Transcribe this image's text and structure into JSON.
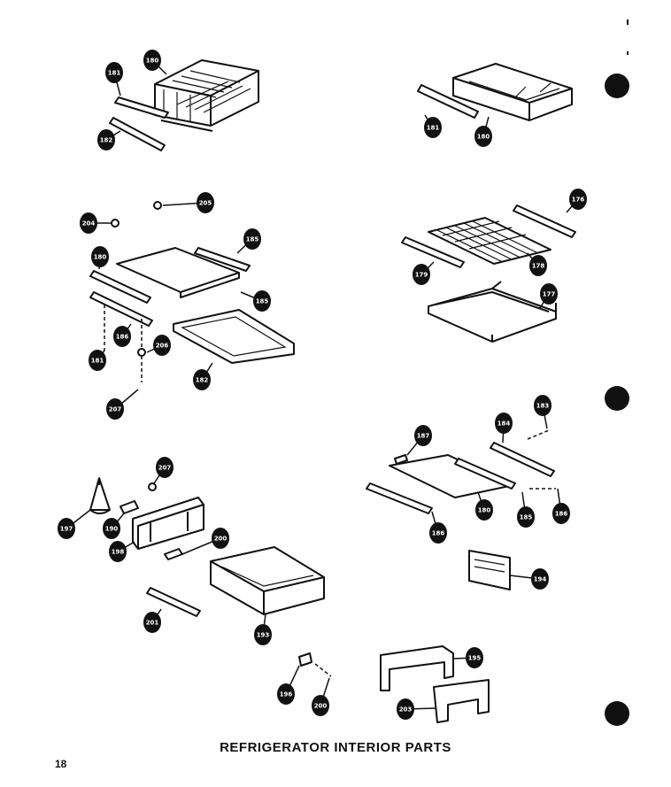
{
  "caption": "REFRIGERATOR INTERIOR PARTS",
  "page_number": "18",
  "callouts": [
    {
      "id": "c1",
      "label": "181"
    },
    {
      "id": "c2",
      "label": "180"
    },
    {
      "id": "c3",
      "label": "182"
    },
    {
      "id": "c4",
      "label": "181"
    },
    {
      "id": "c5",
      "label": "180"
    },
    {
      "id": "c6",
      "label": "205"
    },
    {
      "id": "c7",
      "label": "204"
    },
    {
      "id": "c8",
      "label": "185"
    },
    {
      "id": "c9",
      "label": "180"
    },
    {
      "id": "c10",
      "label": "185"
    },
    {
      "id": "c11",
      "label": "186"
    },
    {
      "id": "c12",
      "label": "206"
    },
    {
      "id": "c13",
      "label": "181"
    },
    {
      "id": "c14",
      "label": "182"
    },
    {
      "id": "c15",
      "label": "207"
    },
    {
      "id": "c16",
      "label": "176"
    },
    {
      "id": "c17",
      "label": "179"
    },
    {
      "id": "c18",
      "label": "178"
    },
    {
      "id": "c19",
      "label": "177"
    },
    {
      "id": "c20",
      "label": "187"
    },
    {
      "id": "c21",
      "label": "184"
    },
    {
      "id": "c22",
      "label": "183"
    },
    {
      "id": "c23",
      "label": "186"
    },
    {
      "id": "c24",
      "label": "185"
    },
    {
      "id": "c25",
      "label": "180"
    },
    {
      "id": "c26",
      "label": "186"
    },
    {
      "id": "c27",
      "label": "194"
    },
    {
      "id": "c28",
      "label": "207"
    },
    {
      "id": "c29",
      "label": "197"
    },
    {
      "id": "c30",
      "label": "190"
    },
    {
      "id": "c31",
      "label": "198"
    },
    {
      "id": "c32",
      "label": "200"
    },
    {
      "id": "c33",
      "label": "201"
    },
    {
      "id": "c34",
      "label": "193"
    },
    {
      "id": "c35",
      "label": "196"
    },
    {
      "id": "c36",
      "label": "200"
    },
    {
      "id": "c37",
      "label": "195"
    },
    {
      "id": "c38",
      "label": "203"
    }
  ]
}
